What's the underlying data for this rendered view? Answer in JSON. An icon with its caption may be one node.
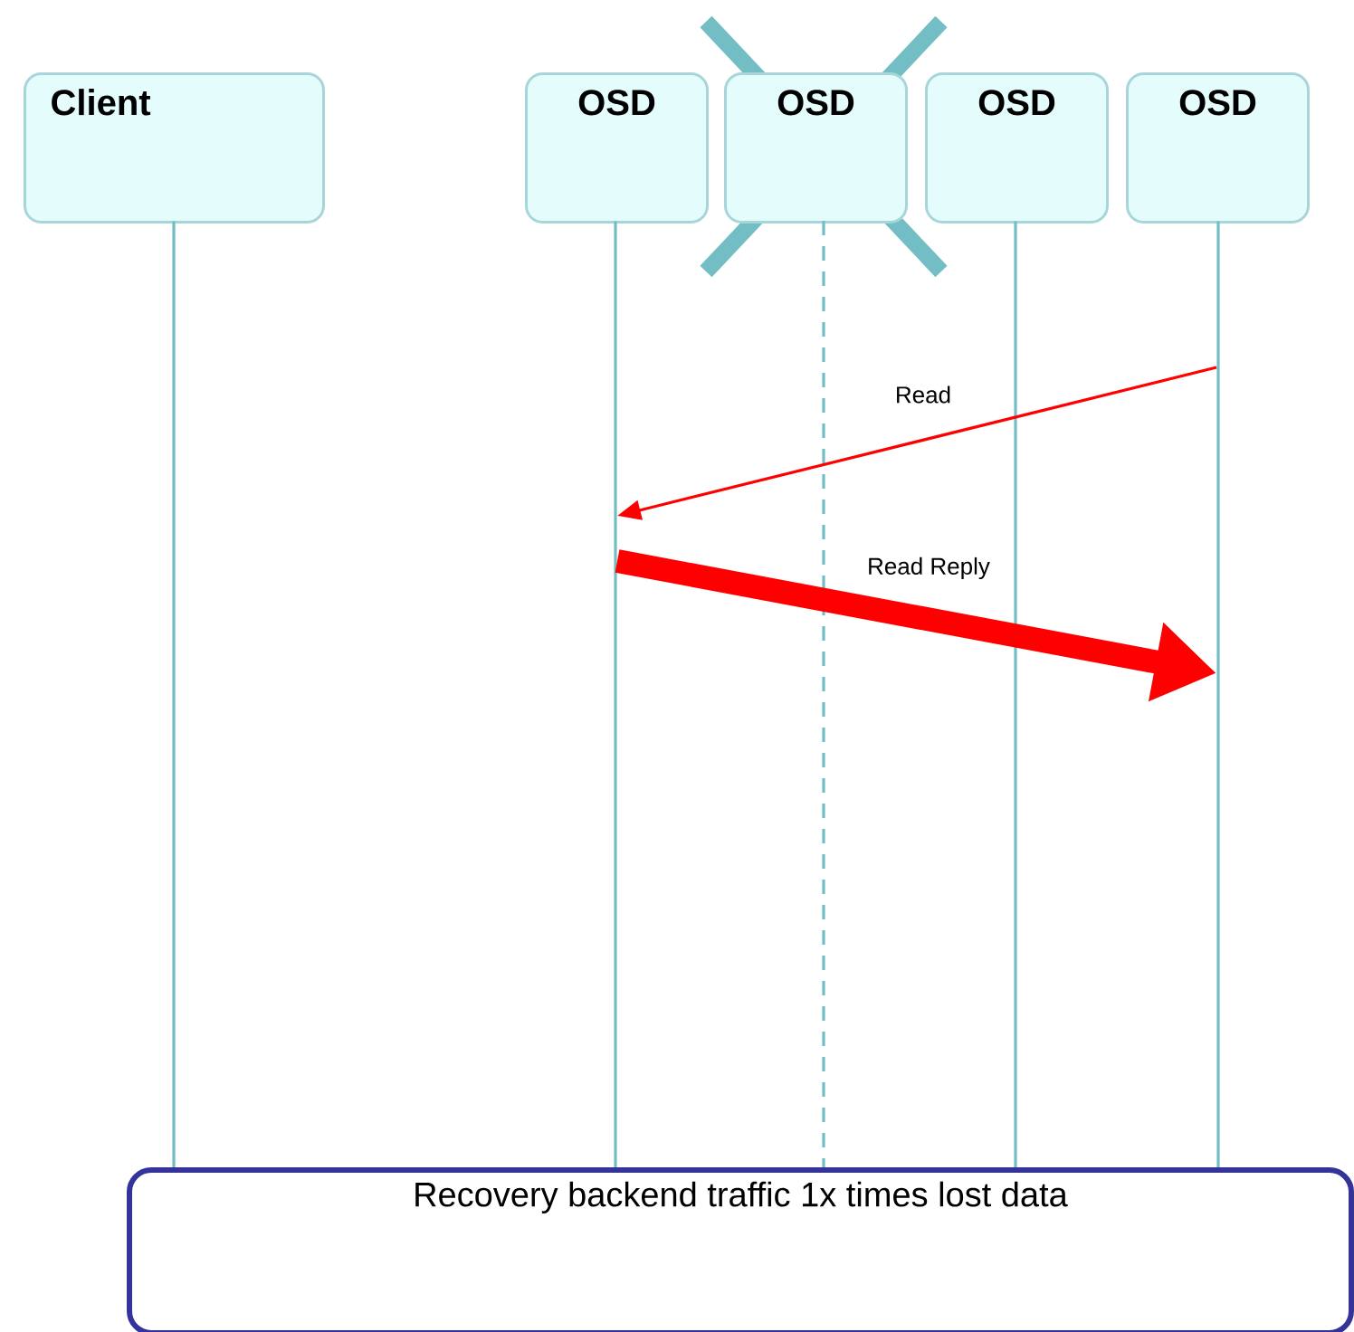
{
  "diagram": {
    "nodes": [
      {
        "text": [
          "Client"
        ]
      },
      {
        "text": [
          "OSD"
        ]
      },
      {
        "text": [
          "OSD"
        ]
      },
      {
        "text": [
          "OSD"
        ]
      },
      {
        "text": [
          "OSD"
        ]
      },
      {
        "text": [],
        "shape": "line"
      },
      {
        "text": [],
        "shape": "line"
      },
      {
        "text": [],
        "shape": "line"
      },
      {
        "text": [],
        "shape": "line"
      },
      {
        "text": [],
        "shape": "line"
      },
      {
        "text": [
          "Recovery backend traffic 1x times lost data"
        ]
      }
    ],
    "edges": [
      {
        "from": 9,
        "to": 6,
        "arrow": "to",
        "label": "Read"
      },
      {
        "from": 6,
        "to": 9,
        "arrow": "to",
        "label": "Read Reply",
        "style": "thick"
      }
    ]
  }
}
